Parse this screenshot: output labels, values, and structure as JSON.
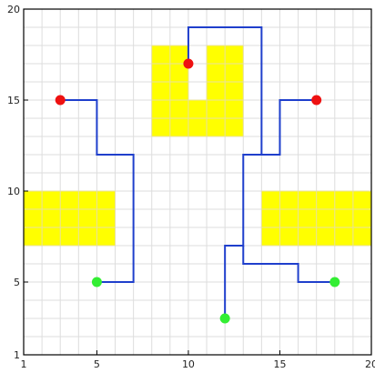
{
  "chart_data": {
    "type": "scatter",
    "title": "",
    "xlabel": "",
    "ylabel": "",
    "xlim": [
      1,
      20
    ],
    "ylim": [
      1,
      20
    ],
    "grid": true,
    "x_ticks": [
      {
        "value": 1,
        "label": "1"
      },
      {
        "value": 5,
        "label": "5"
      },
      {
        "value": 10,
        "label": "10"
      },
      {
        "value": 15,
        "label": "15"
      },
      {
        "value": 20,
        "label": "20"
      }
    ],
    "y_ticks": [
      {
        "value": 1,
        "label": "1"
      },
      {
        "value": 5,
        "label": "5"
      },
      {
        "value": 10,
        "label": "10"
      },
      {
        "value": 15,
        "label": "15"
      },
      {
        "value": 20,
        "label": "20"
      }
    ],
    "colors": {
      "obstacle": "#ffff00",
      "path": "#1f3fcc",
      "goal": "#ee1111",
      "start": "#33ee33",
      "grid": "#dddddd",
      "frame": "#000000"
    },
    "obstacles": [
      {
        "x0": 1,
        "x1": 6,
        "y0": 7,
        "y1": 10
      },
      {
        "x0": 8,
        "x1": 13,
        "y0": 13,
        "y1": 15
      },
      {
        "x0": 8,
        "x1": 10,
        "y0": 15,
        "y1": 18
      },
      {
        "x0": 11,
        "x1": 13,
        "y0": 15,
        "y1": 18
      },
      {
        "x0": 14,
        "x1": 20,
        "y0": 7,
        "y1": 10
      }
    ],
    "paths": [
      {
        "points": [
          [
            3,
            15
          ],
          [
            5,
            15
          ],
          [
            5,
            12
          ],
          [
            7,
            12
          ],
          [
            7,
            5
          ],
          [
            5,
            5
          ]
        ]
      },
      {
        "points": [
          [
            10,
            17
          ],
          [
            10,
            19
          ],
          [
            14,
            19
          ],
          [
            14,
            12
          ],
          [
            15,
            12
          ],
          [
            15,
            15
          ],
          [
            17,
            15
          ]
        ]
      },
      {
        "points": [
          [
            12,
            3
          ],
          [
            12,
            7
          ],
          [
            13,
            7
          ],
          [
            13,
            12
          ],
          [
            14,
            12
          ]
        ]
      },
      {
        "points": [
          [
            13,
            7
          ],
          [
            13,
            6
          ],
          [
            16,
            6
          ],
          [
            16,
            5
          ],
          [
            18,
            5
          ]
        ]
      }
    ],
    "goals": [
      [
        3,
        15
      ],
      [
        10,
        17
      ],
      [
        17,
        15
      ]
    ],
    "starts": [
      [
        5,
        5
      ],
      [
        12,
        3
      ],
      [
        18,
        5
      ]
    ]
  }
}
